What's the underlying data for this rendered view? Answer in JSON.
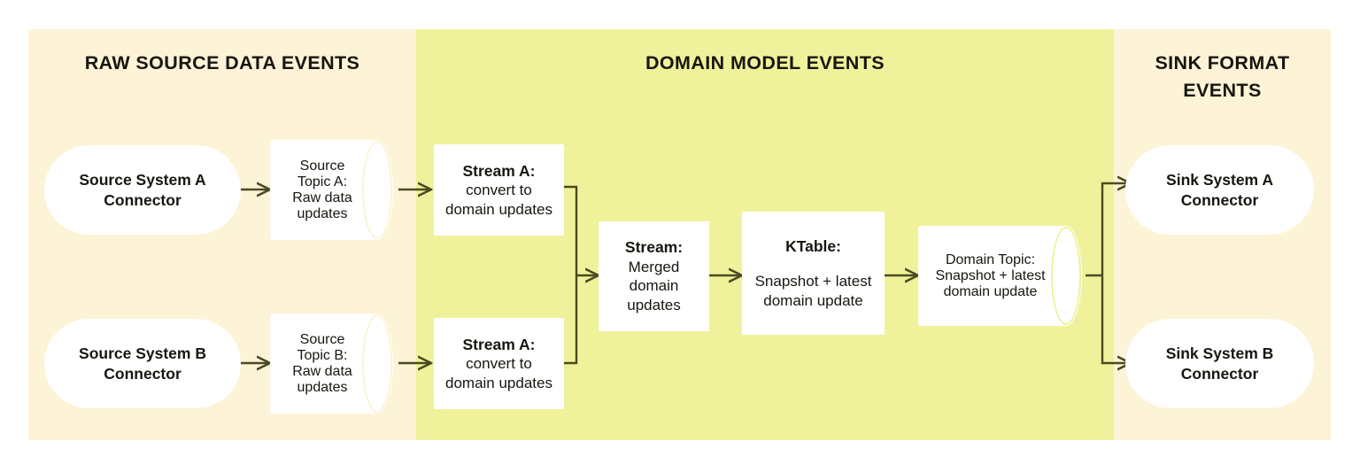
{
  "diagram": {
    "title_visible": false,
    "colors": {
      "band_outer": "#fdf3d7",
      "band_middle": "#eff29b",
      "node_fill": "#ffffff",
      "text": "#17160f",
      "wire": "#4a4a20"
    },
    "sections": [
      {
        "id": "raw-source",
        "label": "RAW SOURCE DATA EVENTS"
      },
      {
        "id": "domain-model",
        "label": "DOMAIN MODEL EVENTS"
      },
      {
        "id": "sink-format",
        "label": "SINK FORMAT\nEVENTS"
      }
    ],
    "sink_title_line1": "SINK FORMAT",
    "sink_title_line2": "EVENTS",
    "nodes": {
      "source_system_a": {
        "title": "Source System A",
        "subtitle": "Connector"
      },
      "source_system_b": {
        "title": "Source System B",
        "subtitle": "Connector"
      },
      "source_topic_a": {
        "title": "Source",
        "title2": "Topic A:",
        "line1": "Raw data",
        "line2": "updates"
      },
      "source_topic_b": {
        "title": "Source",
        "title2": "Topic B:",
        "line1": "Raw data",
        "line2": "updates"
      },
      "stream_a_top": {
        "title": "Stream A:",
        "line1": "convert to",
        "line2": "domain updates"
      },
      "stream_a_bottom": {
        "title": "Stream A:",
        "line1": "convert to",
        "line2": "domain updates"
      },
      "stream_merged": {
        "title": "Stream:",
        "line1": "Merged",
        "line2": "domain",
        "line3": "updates"
      },
      "ktable": {
        "title": "KTable:",
        "line1": "Snapshot + latest",
        "line2": "domain update"
      },
      "domain_topic": {
        "title": "Domain Topic:",
        "line1": "Snapshot + latest",
        "line2": "domain update"
      },
      "sink_system_a": {
        "title": "Sink System A",
        "subtitle": "Connector"
      },
      "sink_system_b": {
        "title": "Sink System B",
        "subtitle": "Connector"
      }
    },
    "edges": [
      {
        "from": "source_system_a",
        "to": "source_topic_a",
        "style": "arrow"
      },
      {
        "from": "source_system_b",
        "to": "source_topic_b",
        "style": "arrow"
      },
      {
        "from": "source_topic_a",
        "to": "stream_a_top",
        "style": "arrow"
      },
      {
        "from": "source_topic_b",
        "to": "stream_a_bottom",
        "style": "arrow"
      },
      {
        "from": "stream_a_top",
        "to": "stream_merged",
        "style": "elbow-merge"
      },
      {
        "from": "stream_a_bottom",
        "to": "stream_merged",
        "style": "elbow-merge"
      },
      {
        "from": "stream_merged",
        "to": "ktable",
        "style": "arrow"
      },
      {
        "from": "ktable",
        "to": "domain_topic",
        "style": "arrow"
      },
      {
        "from": "domain_topic",
        "to": "sink_system_a",
        "style": "elbow-split"
      },
      {
        "from": "domain_topic",
        "to": "sink_system_b",
        "style": "elbow-split"
      }
    ]
  }
}
